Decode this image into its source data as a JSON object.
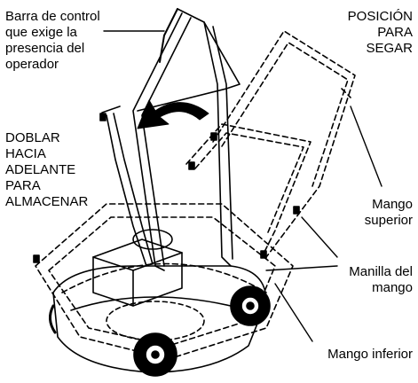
{
  "labels": {
    "operator_bar": "Barra de control\nque exige la\npresencia del\noperador",
    "fold_forward": "DOBLAR\nHACIA\nADELANTE\nPARA\nALMACENAR",
    "mowing_position": "POSICIÓN\nPARA\nSEGAR",
    "upper_handle": "Mango\nsuperior",
    "handle_knob": "Manilla del\nmango",
    "lower_handle": "Mango inferior"
  },
  "colors": {
    "line": "#000000",
    "background": "#ffffff",
    "arrow": "#000000"
  }
}
